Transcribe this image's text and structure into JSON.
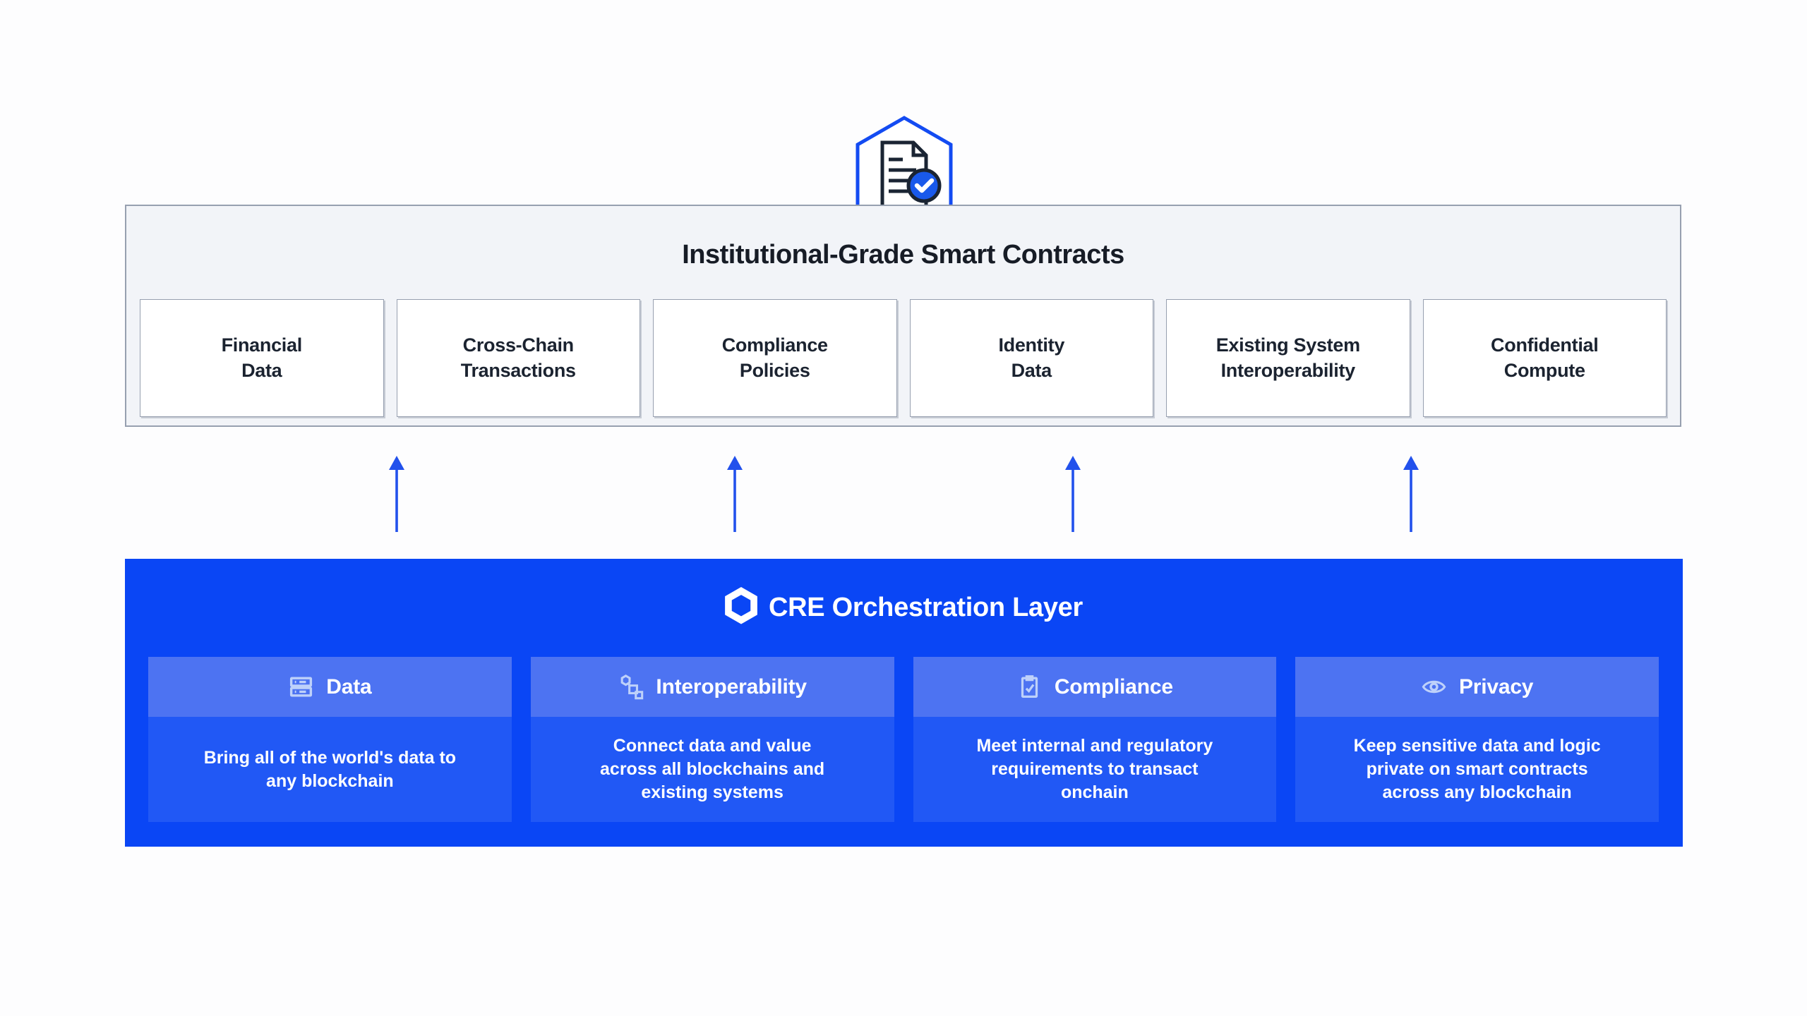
{
  "page": {
    "background_color": "#fdfdfe",
    "accent_blue": "#0a46f5",
    "arrow_color": "#2251ec"
  },
  "smart_contracts_panel": {
    "title": "Institutional-Grade Smart Contracts",
    "badge_icon": "document-check-hexagon-icon",
    "background_color": "#f2f4f8",
    "border_color": "#97a0b0",
    "boxes": [
      {
        "label": "Financial\nData"
      },
      {
        "label": "Cross-Chain\nTransactions"
      },
      {
        "label": "Compliance\nPolicies"
      },
      {
        "label": "Identity\nData"
      },
      {
        "label": "Existing System\nInteroperability"
      },
      {
        "label": "Confidential\nCompute"
      }
    ]
  },
  "arrows": {
    "count": 4,
    "direction": "up",
    "color": "#2251ec"
  },
  "cre_layer": {
    "logo_icon": "chainlink-hexagon-logo",
    "title": "CRE Orchestration Layer",
    "background_color": "#0a46f5",
    "card_header_color": "#4d73f2",
    "card_body_color": "#2158f5",
    "cards": [
      {
        "icon": "server-rack-icon",
        "title": "Data",
        "description": "Bring all of the world's data to\nany blockchain"
      },
      {
        "icon": "connected-shapes-icon",
        "title": "Interoperability",
        "description": "Connect data and value\nacross all blockchains and\nexisting systems"
      },
      {
        "icon": "clipboard-check-icon",
        "title": "Compliance",
        "description": "Meet internal and regulatory\nrequirements to transact\nonchain"
      },
      {
        "icon": "eye-icon",
        "title": "Privacy",
        "description": "Keep sensitive data and logic\nprivate on smart contracts\nacross any blockchain"
      }
    ]
  }
}
